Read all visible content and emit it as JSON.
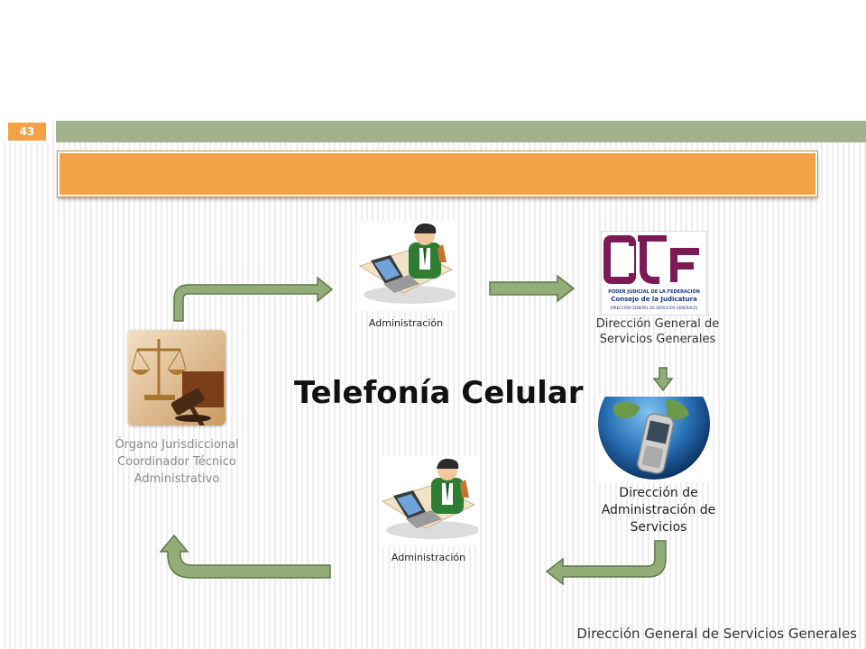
{
  "slide": {
    "page_number": "43",
    "title_bar_text": "",
    "center_title": "Telefonía Celular",
    "footer_text": "Dirección General de Servicios Generales"
  },
  "nodes": {
    "admin_top": {
      "label": "Administración",
      "icon": "person-at-computer-icon"
    },
    "dgsg": {
      "label": "Dirección General de Servicios Generales",
      "logo_text_line1": "PODER JUDICIAL DE LA FEDERACIÓN",
      "logo_text_line2": "Consejo de la Judicatura",
      "logo_text_line3": "DIRECCIÓN GENERAL DE SERVICIOS GENERALES",
      "icon": "cjf-logo-icon"
    },
    "das": {
      "label": "Dirección de Administración de Servicios",
      "icon": "globe-cellphone-icon"
    },
    "admin_bottom": {
      "label": "Administración",
      "icon": "person-at-computer-icon"
    },
    "organo": {
      "label": "Órgano Jurisdiccional Coordinador Técnico Administrativo",
      "icon": "scales-gavel-icon"
    }
  },
  "colors": {
    "header_bar": "#a3b18c",
    "accent_orange": "#f3a246",
    "arrow_fill": "#93ad78",
    "arrow_stroke": "#5d7a4a"
  }
}
